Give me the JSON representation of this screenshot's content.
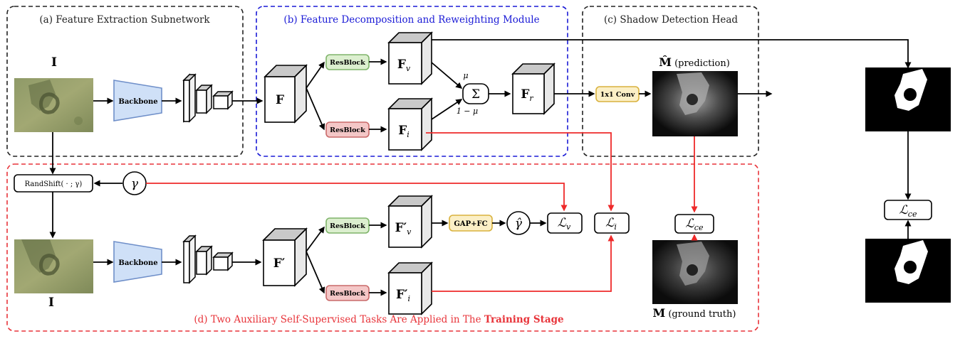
{
  "panels": {
    "a": "(a) Feature Extraction Subnetwork",
    "b": "(b) Feature Decomposition and Reweighting Module",
    "c": "(c) Shadow Detection Head",
    "d_prefix": "(d) Two Auxiliary Self-Supervised Tasks Are Applied in The ",
    "d_bold": "Training Stage"
  },
  "labels": {
    "input": "I",
    "input_shifted": "I",
    "backbone_top": "Backbone",
    "backbone_bottom": "Backbone",
    "F": "F",
    "F_prime": "F′",
    "resblock_v": "ResBlock",
    "resblock_i": "ResBlock",
    "resblock_v2": "ResBlock",
    "resblock_i2": "ResBlock",
    "Fv": "F",
    "Fv_sub": "v",
    "Fi": "F",
    "Fi_sub": "i",
    "Fr": "F",
    "Fr_sub": "r",
    "Fv2": "F′",
    "Fv2_sub": "v",
    "Fi2": "F′",
    "Fi2_sub": "i",
    "sum": "Σ",
    "mu": "μ",
    "one_minus_mu": "1 − μ",
    "conv": "1x1 Conv",
    "gapfc": "GAP+FC",
    "randshift": "RandShift( · ; γ)",
    "gamma": "γ",
    "gamma_hat": "γ̂",
    "loss_v": "ℒ",
    "loss_v_sub": "v",
    "loss_i": "ℒ",
    "loss_i_sub": "i",
    "loss_ce": "ℒ",
    "loss_ce_sub": "ce",
    "loss_ce2": "ℒ",
    "loss_ce2_sub": "ce",
    "pred_symbol": "M̂",
    "pred_text": "(prediction)",
    "gt_symbol": "M",
    "gt_text": "(ground truth)"
  },
  "colors": {
    "panel_a": "#222222",
    "panel_b": "#1a1ad6",
    "panel_c": "#222222",
    "panel_d": "#e8343a",
    "arrow_black": "#000000",
    "arrow_red": "#ee2a2a",
    "backbone_fill": "#cfe0f7",
    "backbone_stroke": "#6f8fc9",
    "res_green_fill": "#dcefcf",
    "res_green_stroke": "#7fb46a",
    "res_red_fill": "#f4c7c7",
    "res_red_stroke": "#c96a6a",
    "yellow_fill": "#fbefc6",
    "yellow_stroke": "#d9b23e"
  }
}
